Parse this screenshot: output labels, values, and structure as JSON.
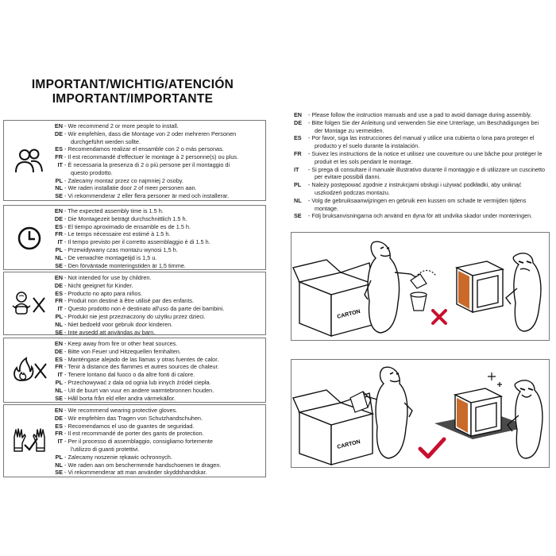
{
  "titles": [
    "IMPORTANT/WICHTIG/ATENCIÓN",
    "IMPORTANT/IMPORTANTE"
  ],
  "warnings": [
    {
      "icon": "two-people-icon",
      "lines": [
        {
          "code": "EN",
          "text": "- We recommend 2 or more people to install."
        },
        {
          "code": "DE",
          "text": "- Wir empfehlen, dass die Montage von 2 oder mehreren Personen"
        },
        {
          "code": "",
          "text": "durchgeführt werden sollte."
        },
        {
          "code": "ES",
          "text": "- Recomendamos realizar el ensamble con 2 o más personas."
        },
        {
          "code": "FR",
          "text": "- Il est recommandé d'effectuer le montage à 2 personne(s) ou plus."
        },
        {
          "code": "IT",
          "text": "- È necessaria la presenza di 2 o più persone per il montaggio di"
        },
        {
          "code": "",
          "text": "questo prodotto."
        },
        {
          "code": "PL",
          "text": "- Zalecamy montaż przez co najmniej 2 osoby."
        },
        {
          "code": "NL",
          "text": "- We raden installatie door 2 of meer personen aan."
        },
        {
          "code": "SE",
          "text": "- Vi rekommenderar 2 eller flera personer är med och installerar."
        }
      ]
    },
    {
      "icon": "clock-icon",
      "lines": [
        {
          "code": "EN",
          "text": "- The expected assembly time is 1.5 h."
        },
        {
          "code": "DE",
          "text": "- Die Montagezeit beträgt durchschnittlich 1.5 h."
        },
        {
          "code": "ES",
          "text": "- El tiempo aproximado de ensamble es de 1.5 h."
        },
        {
          "code": "FR",
          "text": "- Le temps nécessaire est estimé à 1.5 h."
        },
        {
          "code": "IT",
          "text": "- Il tempo previsto per il corretto assemblaggio è di 1.5 h."
        },
        {
          "code": "PL",
          "text": "- Przewidywany czas montażu wynosi 1,5 h."
        },
        {
          "code": "NL",
          "text": "- De verwachte montagetijd is 1,5 u."
        },
        {
          "code": "SE",
          "text": "- Den förväntade monteringstiden är 1,5 timme."
        }
      ]
    },
    {
      "icon": "no-children-icon",
      "lines": [
        {
          "code": "EN",
          "text": "- Not intended for use by children."
        },
        {
          "code": "DE",
          "text": "- Nicht geeignet für Kinder."
        },
        {
          "code": "ES",
          "text": "- Producto no apto para niños."
        },
        {
          "code": "FR",
          "text": "- Produit non destiné à être utilisé par des enfants."
        },
        {
          "code": "IT",
          "text": "- Questo prodotto non è destinato all'uso da parte dei bambini."
        },
        {
          "code": "PL",
          "text": "- Produkt nie jest przeznaczony do użytku przez dzieci."
        },
        {
          "code": "NL",
          "text": "- Niet bedoeld voor gebruik door kinderen."
        },
        {
          "code": "SE",
          "text": "- Inte avsedd att användas av barn."
        }
      ]
    },
    {
      "icon": "no-fire-icon",
      "lines": [
        {
          "code": "EN",
          "text": "- Keep away from fire or other heat sources."
        },
        {
          "code": "DE",
          "text": "- Bitte von Feuer und Hitzequellen fernhalten."
        },
        {
          "code": "ES",
          "text": "- Manténgase alejado de las llamas y otras fuentes de calor."
        },
        {
          "code": "FR",
          "text": "- Tenir à distance des flammes et autres sources de chaleur."
        },
        {
          "code": "IT",
          "text": "- Tenere lontano dal fuoco o da altre fonti di calore."
        },
        {
          "code": "PL",
          "text": "- Przechowywać z dala od ognia lub innych źródeł ciepła."
        },
        {
          "code": "NL",
          "text": "- Uit de buurt van vuur en andere warmtebronnen houden."
        },
        {
          "code": "SE",
          "text": "- Håll borta från eld eller andra värmekällor."
        }
      ]
    },
    {
      "icon": "gloves-icon",
      "lines": [
        {
          "code": "EN",
          "text": "- We recommend wearing protective gloves."
        },
        {
          "code": "DE",
          "text": "- Wir empfehlen das Tragen von Schutzhandschuhen."
        },
        {
          "code": "ES",
          "text": "- Recomendamos el uso de guantes de seguridad."
        },
        {
          "code": "FR",
          "text": "- Il est recommandé de porter des gants de protection."
        },
        {
          "code": "IT",
          "text": "- Per il processo di assemblaggio, consigliamo fortemente"
        },
        {
          "code": "",
          "text": "l'utilizzo di guanti protettivi."
        },
        {
          "code": "PL",
          "text": "- Zalecamy noszenie rękawic ochronnych."
        },
        {
          "code": "NL",
          "text": "- We raden aan om beschermende handschoenen te dragen."
        },
        {
          "code": "SE",
          "text": "- Vi rekommenderar att man använder skyddshandskar."
        }
      ]
    }
  ],
  "instructions": [
    {
      "code": "EN",
      "text": "- Please follow the instruction manuals and use a pad to avoid damage during assembly."
    },
    {
      "code": "DE",
      "text": "- Bitte folgen Sie der Anleitung und verwenden Sie eine Unterlage, um Beschädigungen bei"
    },
    {
      "code": "",
      "text": "der Montage zu vermeiden."
    },
    {
      "code": "ES",
      "text": "- Por favor, siga las instrucciones del manual y utilice una cubierta o lona para proteger el"
    },
    {
      "code": "",
      "text": "producto y el suelo durante la instalación."
    },
    {
      "code": "FR",
      "text": "- Suivez les instructions de la notice et utilisez une couverture ou une bâche pour protéger le"
    },
    {
      "code": "",
      "text": "produit et les sols pendant le montage."
    },
    {
      "code": "IT",
      "text": "- Si prega di consultare il manuale illustrativo durante il montaggio e di utilizzare un cuscinetto"
    },
    {
      "code": "",
      "text": "per evitare possibili danni."
    },
    {
      "code": "PL",
      "text": "- Należy postępować zgodnie z instrukcjami obsługi i używać podkładki, aby uniknąć"
    },
    {
      "code": "",
      "text": "uszkodzeń podczas montażu."
    },
    {
      "code": "NL",
      "text": "- Volg de gebruiksaanwijzingen en gebruik een kussen om schade te vermijden tijdens"
    },
    {
      "code": "",
      "text": "montage."
    },
    {
      "code": "SE",
      "text": "- Följ bruksanvisningarna och använd en dyna för att undvika skador under monteringen."
    }
  ],
  "illustrations": {
    "box_label": "CARTON",
    "wrong": {
      "icon": "cross-mark-icon",
      "color": "#c8102e"
    },
    "right": {
      "icon": "check-mark-icon",
      "color": "#c8102e"
    }
  },
  "colors": {
    "accent_red": "#c8102e",
    "pad_gray": "#4a4a4a"
  }
}
